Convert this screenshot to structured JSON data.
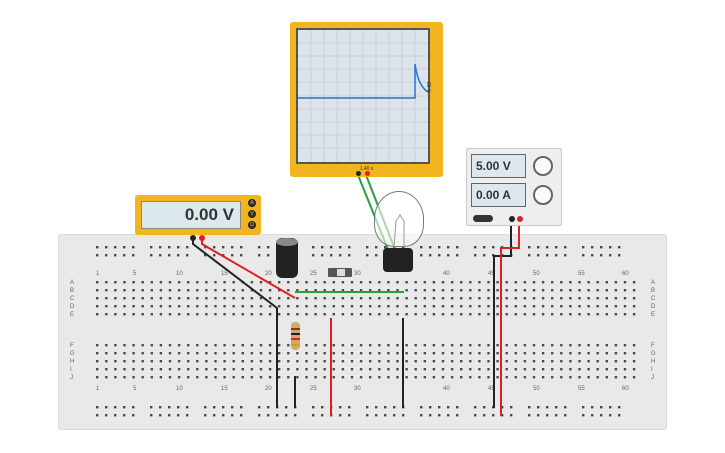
{
  "multimeter": {
    "reading": "0.00 V",
    "buttons": [
      "A",
      "V",
      "Ω"
    ]
  },
  "oscilloscope": {
    "time_label": "1.40 s",
    "volt_label": "20 V"
  },
  "power_supply": {
    "voltage": "5.00 V",
    "current": "0.00 A"
  },
  "breadboard": {
    "column_numbers": [
      "1",
      "5",
      "10",
      "15",
      "20",
      "25",
      "30",
      "40",
      "45",
      "50",
      "55",
      "60"
    ],
    "row_letters_top": [
      "A",
      "B",
      "C",
      "D",
      "E"
    ],
    "row_letters_bottom": [
      "F",
      "G",
      "H",
      "I",
      "J"
    ]
  },
  "colors": {
    "case": "#f2b51f",
    "wire_red": "#e02020",
    "wire_black": "#222222",
    "wire_green": "#27a03a",
    "trace": "#1f78d1"
  }
}
